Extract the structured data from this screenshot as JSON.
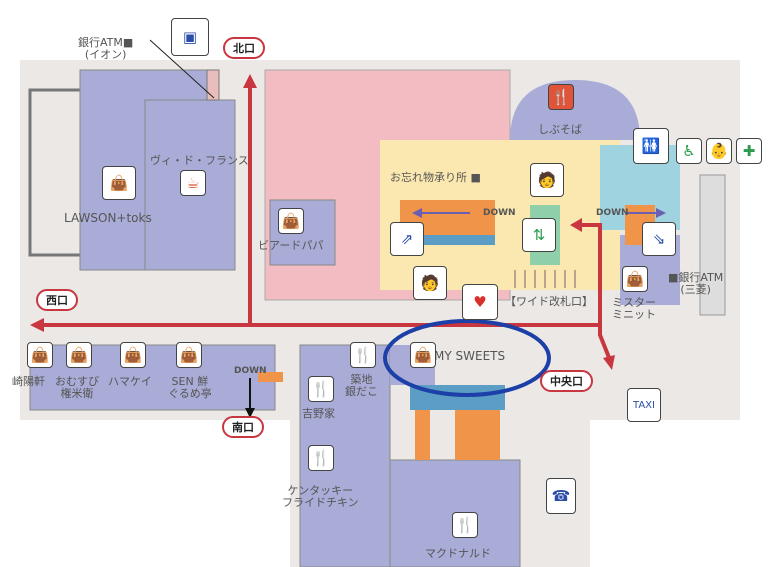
{
  "exits": {
    "north": "北口",
    "west": "西口",
    "south": "南口",
    "central": "中央口"
  },
  "atm_aeon": {
    "line1": "銀行ATM■",
    "line2": "(イオン)"
  },
  "atm_mufg": {
    "line1": "■銀行ATM",
    "line2": "(三菱)"
  },
  "stores": {
    "lawson": "LAWSON+toks",
    "vie_de_france": "ヴィ・ド・フランス",
    "beard_papa": "ビアードパパ",
    "shibusoba": "しぶそば",
    "lost_found": "お忘れ物承り所 ■",
    "wide_gate": "【ワイド改札口】",
    "mister_minit": "ミスター\nミニット",
    "kiyoken": "崎陽軒",
    "omusubi": "おむすび\n権米衛",
    "hamakei": "ハマケイ",
    "sen": "SEN 鮮\nぐるめ亭",
    "tsukiji": "築地\n銀だこ",
    "my_sweets": "MY SWEETS",
    "yoshinoya": "吉野家",
    "kfc": "ケンタッキー\nフライドチキン",
    "mcdonalds": "マクドナルド"
  },
  "down_label": "DOWN",
  "colors": {
    "route": "#c8363f",
    "highlight": "#1c3fa8",
    "shop": "#a9acd6",
    "station": "#f2bcc2",
    "concourse": "#fbe8b0"
  }
}
